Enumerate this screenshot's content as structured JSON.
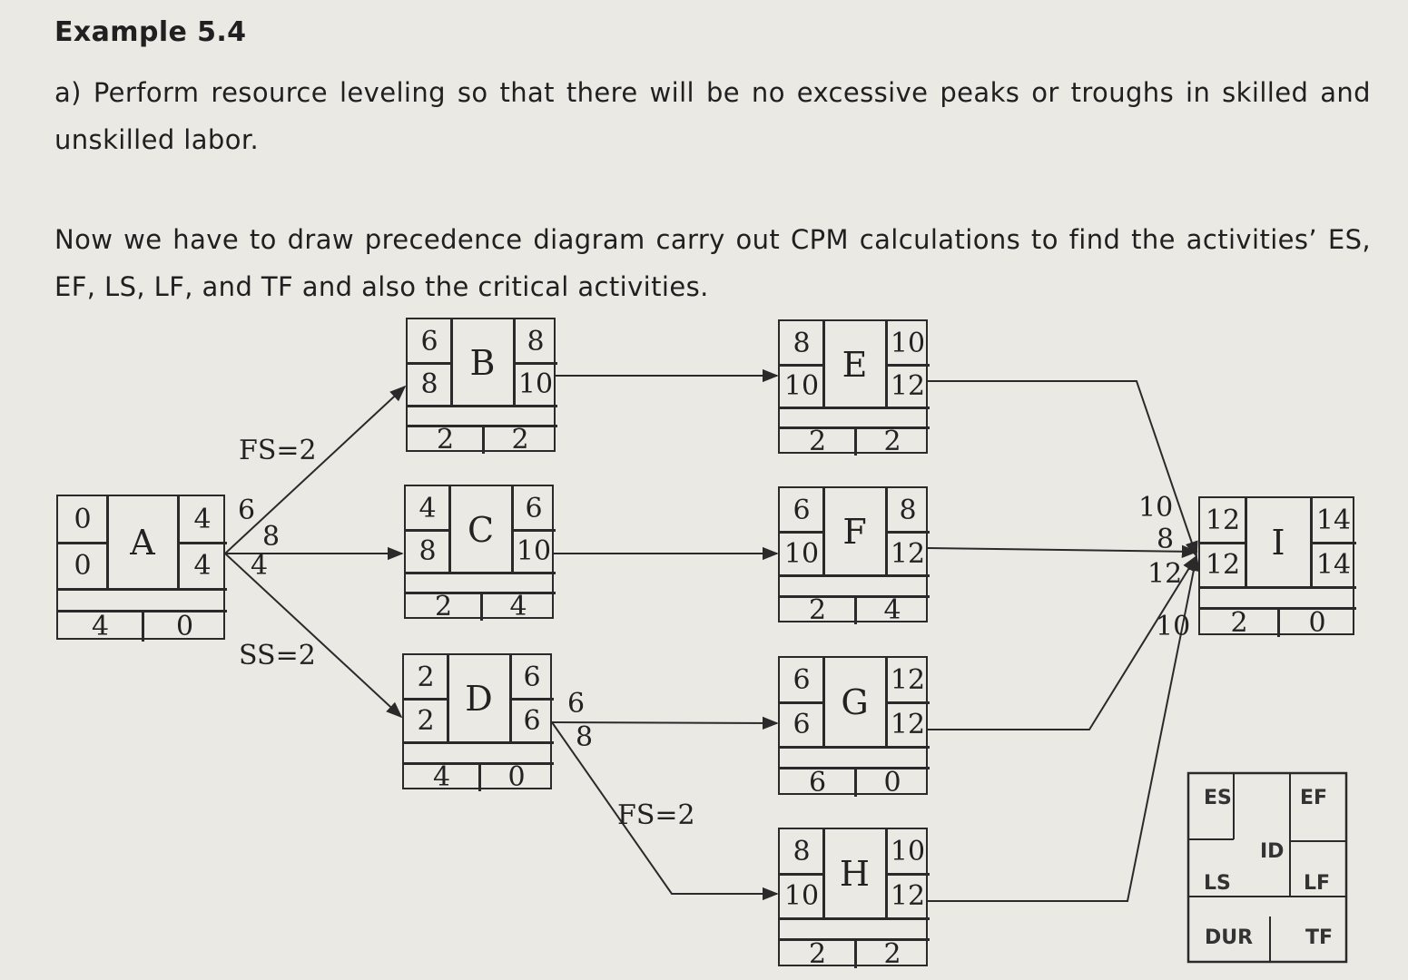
{
  "heading": "Example 5.4",
  "para_a": "a) Perform resource leveling so that there will be no excessive peaks or troughs in skilled and unskilled labor.",
  "para_b": "Now we have to draw precedence diagram carry out CPM calculations to find the activities’ ES, EF, LS, LF, and TF and also the critical activities.",
  "nodes": {
    "A": {
      "name": "A",
      "es": "0",
      "ef": "4",
      "ls": "0",
      "lf": "4",
      "dur": "4",
      "tf": "0"
    },
    "B": {
      "name": "B",
      "es": "6",
      "ef": "8",
      "ls": "8",
      "lf": "10",
      "dur": "2",
      "tf": "2"
    },
    "C": {
      "name": "C",
      "es": "4",
      "ef": "6",
      "ls": "8",
      "lf": "10",
      "dur": "2",
      "tf": "4"
    },
    "D": {
      "name": "D",
      "es": "2",
      "ef": "6",
      "ls": "2",
      "lf": "6",
      "dur": "4",
      "tf": "0"
    },
    "E": {
      "name": "E",
      "es": "8",
      "ef": "10",
      "ls": "10",
      "lf": "12",
      "dur": "2",
      "tf": "2"
    },
    "F": {
      "name": "F",
      "es": "6",
      "ef": "8",
      "ls": "10",
      "lf": "12",
      "dur": "2",
      "tf": "4"
    },
    "G": {
      "name": "G",
      "es": "6",
      "ef": "12",
      "ls": "6",
      "lf": "12",
      "dur": "6",
      "tf": "0"
    },
    "H": {
      "name": "H",
      "es": "8",
      "ef": "10",
      "ls": "10",
      "lf": "12",
      "dur": "2",
      "tf": "2"
    },
    "I": {
      "name": "I",
      "es": "12",
      "ef": "14",
      "ls": "12",
      "lf": "14",
      "dur": "2",
      "tf": "0"
    }
  },
  "links": {
    "ab_label": "FS=2",
    "ad_label": "SS=2",
    "dh_label": "FS=2",
    "a_out_6": "6",
    "a_out_8": "8",
    "a_out_4": "4",
    "d_out_6": "6",
    "d_out_8": "8",
    "i_in_10": "10",
    "i_in_8": "8",
    "i_in_12": "12",
    "i_in_10b": "10"
  },
  "legend": {
    "es": "ES",
    "ef": "EF",
    "id": "ID",
    "ls": "LS",
    "lf": "LF",
    "dur": "DUR",
    "tf": "TF"
  }
}
